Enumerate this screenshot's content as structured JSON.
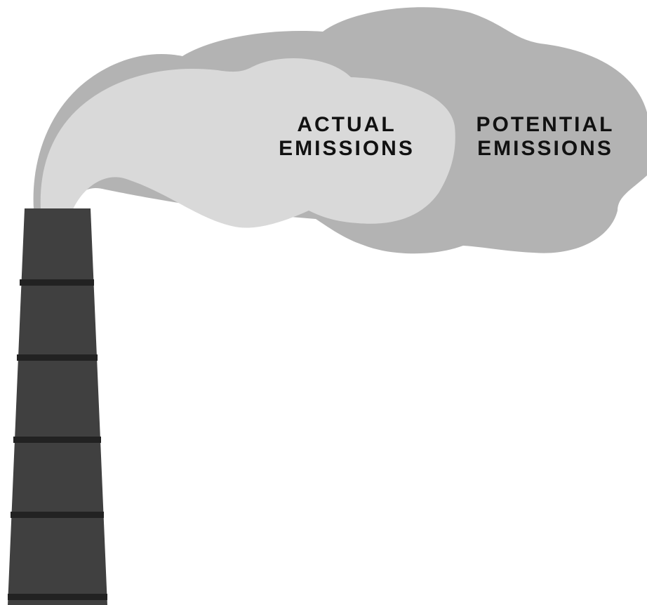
{
  "labels": {
    "actual": {
      "line1": "ACTUAL",
      "line2": "EMISSIONS"
    },
    "potential": {
      "line1": "POTENTIAL",
      "line2": "EMISSIONS"
    }
  },
  "colors": {
    "background": "#ffffff",
    "smokestack": "#404040",
    "smokestack_bands": "#222222",
    "potential_cloud": "#b3b3b3",
    "actual_cloud": "#d9d9d9",
    "label_text": "#111111"
  }
}
